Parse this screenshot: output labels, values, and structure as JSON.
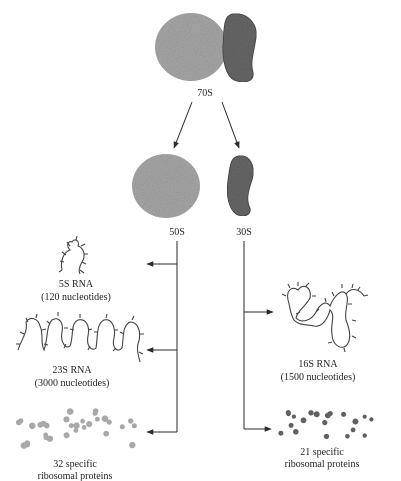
{
  "ribosome": {
    "whole_label": "70S",
    "large_label": "50S",
    "small_label": "30S"
  },
  "large_subunit_parts": [
    {
      "name": "5S RNA",
      "detail": "(120 nucleotides)"
    },
    {
      "name": "23S RNA",
      "detail": "(3000 nucleotides)"
    },
    {
      "name": "32 specific",
      "detail": "ribosomal proteins"
    }
  ],
  "small_subunit_parts": [
    {
      "name": "16S RNA",
      "detail": "(1500 nucleotides)"
    },
    {
      "name": "21 specific",
      "detail": "ribosomal proteins"
    }
  ],
  "colors": {
    "large_subunit": "#b4b4b4",
    "small_subunit": "#6f6f6f",
    "large_proteins": "#a8a8a8",
    "small_proteins": "#606060",
    "lines": "#2a2a2a"
  }
}
